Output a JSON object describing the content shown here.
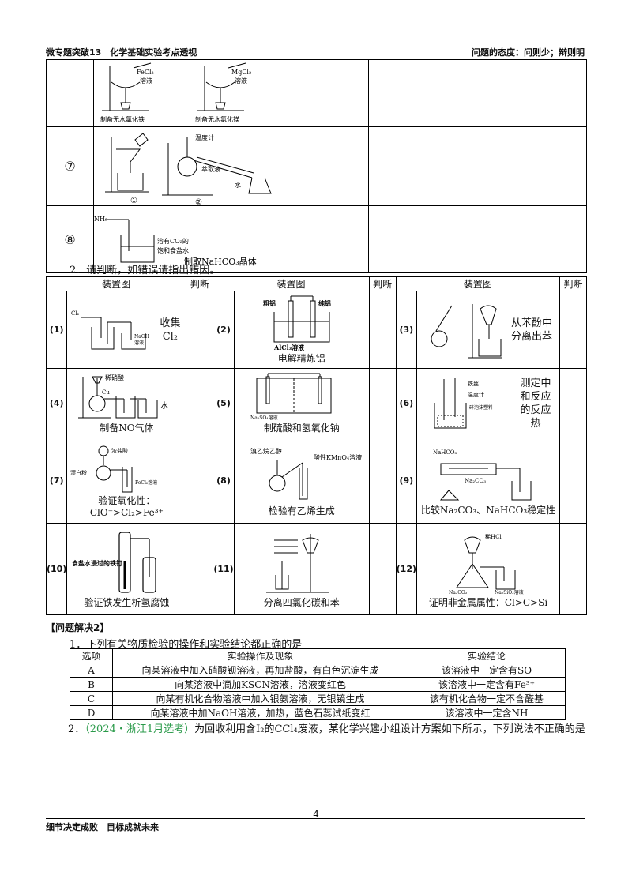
{
  "header": {
    "left": "微专题突破13　化学基础实验考点透视",
    "right": "问题的态度：问则少；辩则明"
  },
  "top_table": {
    "row6": {
      "fig1_label1": "FeCl₃",
      "fig1_label2": "溶液",
      "fig1_caption": "制备无水氯化铁",
      "fig2_label1": "MgCl₂",
      "fig2_label2": "溶液",
      "fig2_caption": "制备无水氯化镁"
    },
    "row7": {
      "num": "⑦",
      "thermo": "温度计",
      "extract": "萃取液",
      "water": "水",
      "c1": "①",
      "c2": "②"
    },
    "row8": {
      "num": "⑧",
      "nh3": "NH₃",
      "sol1": "溶有CO₂的",
      "sol2": "饱和食盐水",
      "caption": "制取NaHCO₃晶体"
    }
  },
  "q2_intro": "2．请判断，如错误请指出错因。",
  "judge_table": {
    "headers": [
      "装置图",
      "判断",
      "装置图",
      "判断",
      "装置图",
      "判断"
    ],
    "cells": [
      {
        "n": "(1)",
        "side": "收集Cl₂",
        "caption": "",
        "l1": "Cl₂",
        "l2": "NaOH",
        "l3": "溶液"
      },
      {
        "n": "(2)",
        "side": "",
        "caption": "电解精炼铝",
        "l1": "粗铝",
        "l2": "纯铝",
        "l3": "AlCl₃溶液"
      },
      {
        "n": "(3)",
        "side": "从苯酚中分离出苯",
        "caption": "",
        "l1": "",
        "l2": "",
        "l3": ""
      },
      {
        "n": "(4)",
        "side": "",
        "caption": "制备NO气体",
        "l1": "稀硝酸",
        "l2": "Cu",
        "l3": "水"
      },
      {
        "n": "(5)",
        "side": "",
        "caption": "制硫酸和氢氧化钠",
        "l1": "Na₂SO₄溶液",
        "l2": "",
        "l3": ""
      },
      {
        "n": "(6)",
        "side": "测定中和反应的反应热",
        "caption": "",
        "l1": "铁丝",
        "l2": "温度计",
        "l3": "碎泡沫塑料"
      },
      {
        "n": "(7)",
        "side": "",
        "caption": "验证氧化性：",
        "caption2": "ClO⁻>Cl₂>Fe³⁺",
        "l1": "浓盐酸",
        "l2": "漂白粉",
        "l3": "FeCl₂溶液"
      },
      {
        "n": "(8)",
        "side": "",
        "caption": "检验有乙烯生成",
        "l1": "溴乙烷乙醇",
        "l2": "酸性KMnO₄溶液",
        "l3": ""
      },
      {
        "n": "(9)",
        "side": "",
        "caption": "比较Na₂CO₃、NaHCO₃稳定性",
        "l1": "NaHCO₃",
        "l2": "Na₂CO₃",
        "l3": ""
      },
      {
        "n": "(10)",
        "side": "",
        "caption": "验证铁发生析氢腐蚀",
        "l1": "食盐水浸过的铁钉",
        "l2": "",
        "l3": ""
      },
      {
        "n": "(11)",
        "side": "",
        "caption": "分离四氯化碳和苯",
        "l1": "",
        "l2": "",
        "l3": ""
      },
      {
        "n": "(12)",
        "side": "",
        "caption": "证明非金属属性：Cl>C>Si",
        "l1": "稀HCl",
        "l2": "Na₂CO₃",
        "l3": "Na₂SiO₃溶液"
      }
    ]
  },
  "section_title": "【问题解决2】",
  "q1": "1．下列有关物质检验的操作和实验结论都正确的是",
  "check_table": {
    "headers": [
      "选项",
      "实验操作及现象",
      "实验结论"
    ],
    "rows": [
      [
        "A",
        "向某溶液中加入硝酸钡溶液，再加盐酸，有白色沉淀生成",
        "该溶液中一定含有SO"
      ],
      [
        "B",
        "向某溶液中滴加KSCN溶液，溶液变红色",
        "该溶液中一定含有Fe³⁺"
      ],
      [
        "C",
        "向某有机化合物溶液中加入银氨溶液，无银镜生成",
        "该有机化合物一定不含醛基"
      ],
      [
        "D",
        "向某溶液中加NaOH溶液，加热，蓝色石蕊试纸变红",
        "该溶液中一定含NH"
      ]
    ]
  },
  "q2": {
    "prefix": "2．",
    "source": "（2024・浙江1月选考）",
    "text": "为回收利用含I₂的CCl₄废液，某化学兴趣小组设计方案如下所示，下列说法不正确的是"
  },
  "page_number": "4",
  "footer": {
    "left1": "细节决定成败　目标成就未来",
    "left2": "",
    "right": ""
  }
}
